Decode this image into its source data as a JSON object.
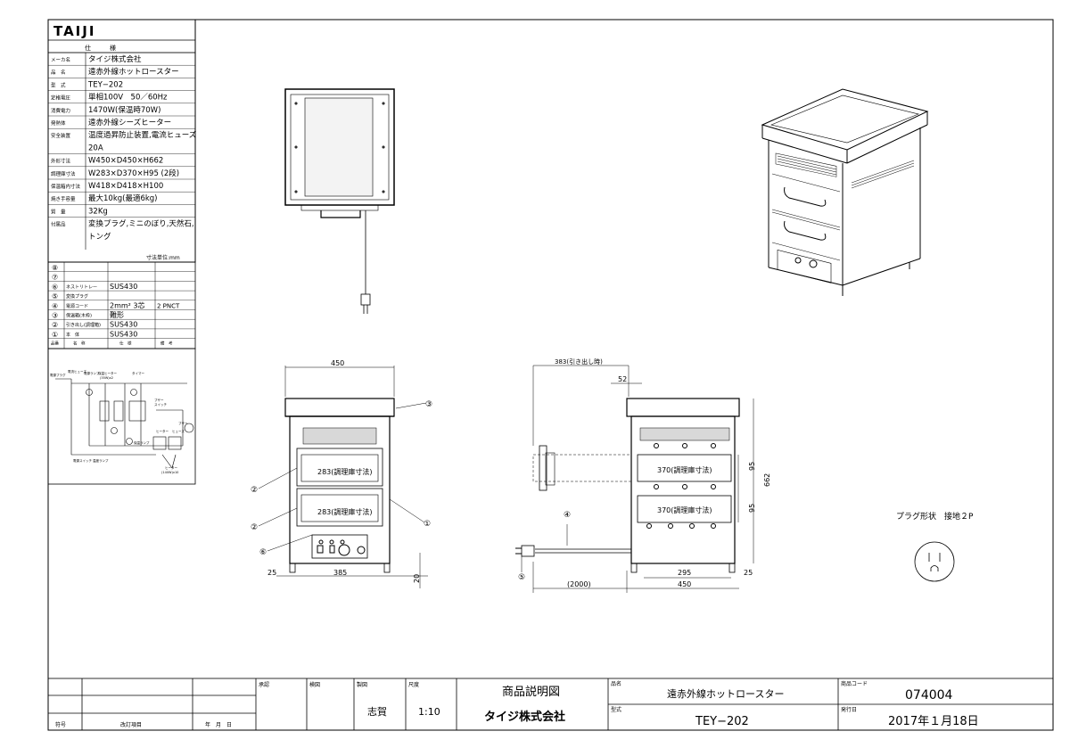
{
  "brand": "TAIJI",
  "spec": {
    "header": "仕　　　様",
    "rows": [
      {
        "label": "メーカ名",
        "value": "タイジ株式会社"
      },
      {
        "label": "品　名",
        "value": "遠赤外線ホットロースター"
      },
      {
        "label": "型　式",
        "value": "TEY−202"
      },
      {
        "label": "定格電圧",
        "value": "単相100V　50／60Hz"
      },
      {
        "label": "消費電力",
        "value": "1470W(保温時70W)"
      },
      {
        "label": "発熱体",
        "value": "遠赤外線シーズヒーター"
      },
      {
        "label": "安全装置",
        "value": "温度過昇防止装置,電流ヒューズ"
      },
      {
        "label": "",
        "value": "20A"
      },
      {
        "label": "外形寸法",
        "value": "W450×D450×H662"
      },
      {
        "label": "調理庫寸法",
        "value": "W283×D370×H95 (2段)"
      },
      {
        "label": "保温箱内寸法",
        "value": "W418×D418×H100"
      },
      {
        "label": "焼き手容量",
        "value": "最大10kg(最適6kg)"
      },
      {
        "label": "質　量",
        "value": "32Kg"
      },
      {
        "label": "付属品",
        "value": "変換プラグ,ミニのぼり,天然石,"
      },
      {
        "label": "",
        "value": "トング"
      }
    ],
    "unit": "寸法単位:mm"
  },
  "parts": {
    "rows": [
      {
        "no": "⑧",
        "name": "",
        "material": "",
        "note": ""
      },
      {
        "no": "⑦",
        "name": "",
        "material": "",
        "note": ""
      },
      {
        "no": "⑥",
        "name": "ネストリトレー",
        "material": "SUS430",
        "note": ""
      },
      {
        "no": "⑤",
        "name": "変換プラグ",
        "material": "",
        "note": ""
      },
      {
        "no": "④",
        "name": "電源コード",
        "material": "2mm² 3芯",
        "note": "2 PNCT"
      },
      {
        "no": "③",
        "name": "保温箱(木枠)",
        "material": "難形",
        "note": ""
      },
      {
        "no": "②",
        "name": "引き出し(調理箱)",
        "material": "SUS430",
        "note": ""
      },
      {
        "no": "①",
        "name": "本　体",
        "material": "SUS430",
        "note": ""
      }
    ],
    "header": {
      "no": "品番",
      "name": "名　称",
      "material": "仕　様",
      "note": "備　考"
    }
  },
  "circuit": {
    "labels": [
      "電源プラグ",
      "電流ヒューズ",
      "電源ランプ",
      "保温ヒーター",
      "(35W)x2",
      "タイマー",
      "ブザー",
      "スイッチ",
      "ヒーター",
      "ヒューズ",
      "ブザー",
      "保温ランプ",
      "電源スイッチ",
      "温度ランプ",
      "ヒーター",
      "(140W)x10"
    ]
  },
  "dims": {
    "front_width": "450",
    "front_leg": "25",
    "front_inner": "385",
    "front_foot": "20",
    "drawer_label": "283(調理庫寸法)",
    "side_pull": "383(引き出し時)",
    "side_52": "52",
    "side_depth_label": "370(調理庫寸法)",
    "side_95": "95",
    "side_height": "662",
    "side_295": "295",
    "side_450": "450",
    "side_25": "25",
    "cord_length": "(2000)",
    "callouts": [
      "①",
      "②",
      "③",
      "④",
      "⑤",
      "⑥"
    ]
  },
  "plug": {
    "label": "プラグ形状　接地２P"
  },
  "title_block": {
    "rev_no_label": "符号",
    "rev_item_label": "改訂項目",
    "rev_date_label": "年　月　日",
    "approve_label": "承認",
    "check_label": "検図",
    "drawn_label": "製図",
    "scale_label": "尺度",
    "drawn_by": "志賀",
    "scale": "1:10",
    "doc_title": "商品説明図",
    "company": "タイジ株式会社",
    "name_label": "品名",
    "product_name": "遠赤外線ホットロースター",
    "model_label": "型式",
    "model": "TEY−202",
    "code_label": "商品コード",
    "code": "074004",
    "issue_label": "発行日",
    "issue_date": "2017年１月18日"
  }
}
